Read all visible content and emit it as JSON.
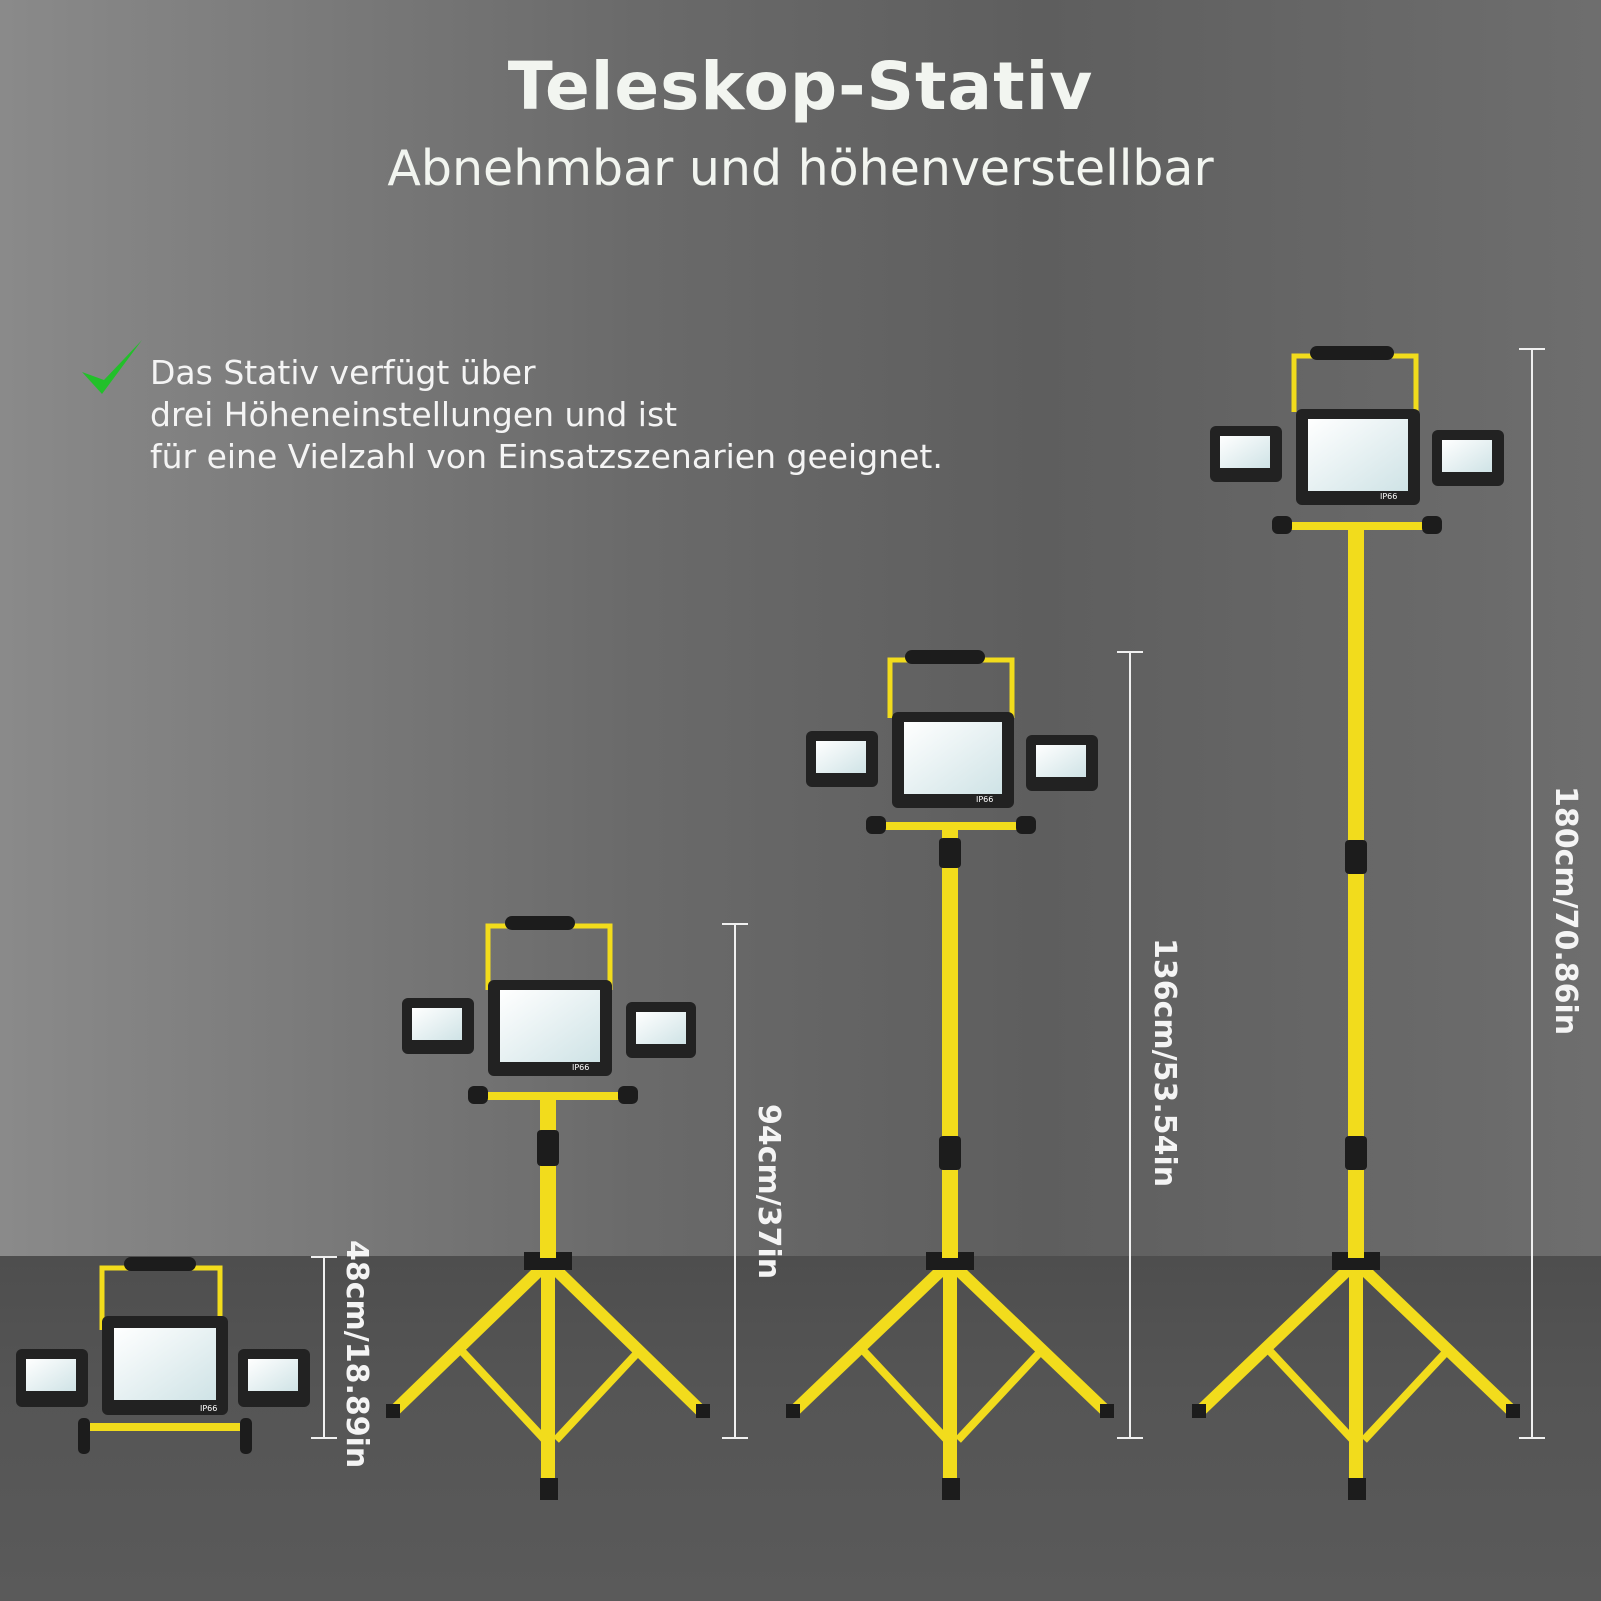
{
  "header": {
    "title": "Teleskop-Stativ",
    "subtitle": "Abnehmbar und höhenverstellbar"
  },
  "feature": {
    "icon": "checkmark-icon",
    "icon_color": "#22c02a",
    "lines": [
      "Das Stativ verfügt über",
      "drei Höheneinstellungen und ist",
      "für eine Vielzahl von Einsatzszenarien geeignet."
    ]
  },
  "lights": {
    "badge": "IP66",
    "frame_color": "#f2dc1c",
    "housing_color": "#222222"
  },
  "measurements": [
    {
      "label": "48cm/18.89in"
    },
    {
      "label": "94cm/37in"
    },
    {
      "label": "136cm/53.54in"
    },
    {
      "label": "180cm/70.86in"
    }
  ]
}
